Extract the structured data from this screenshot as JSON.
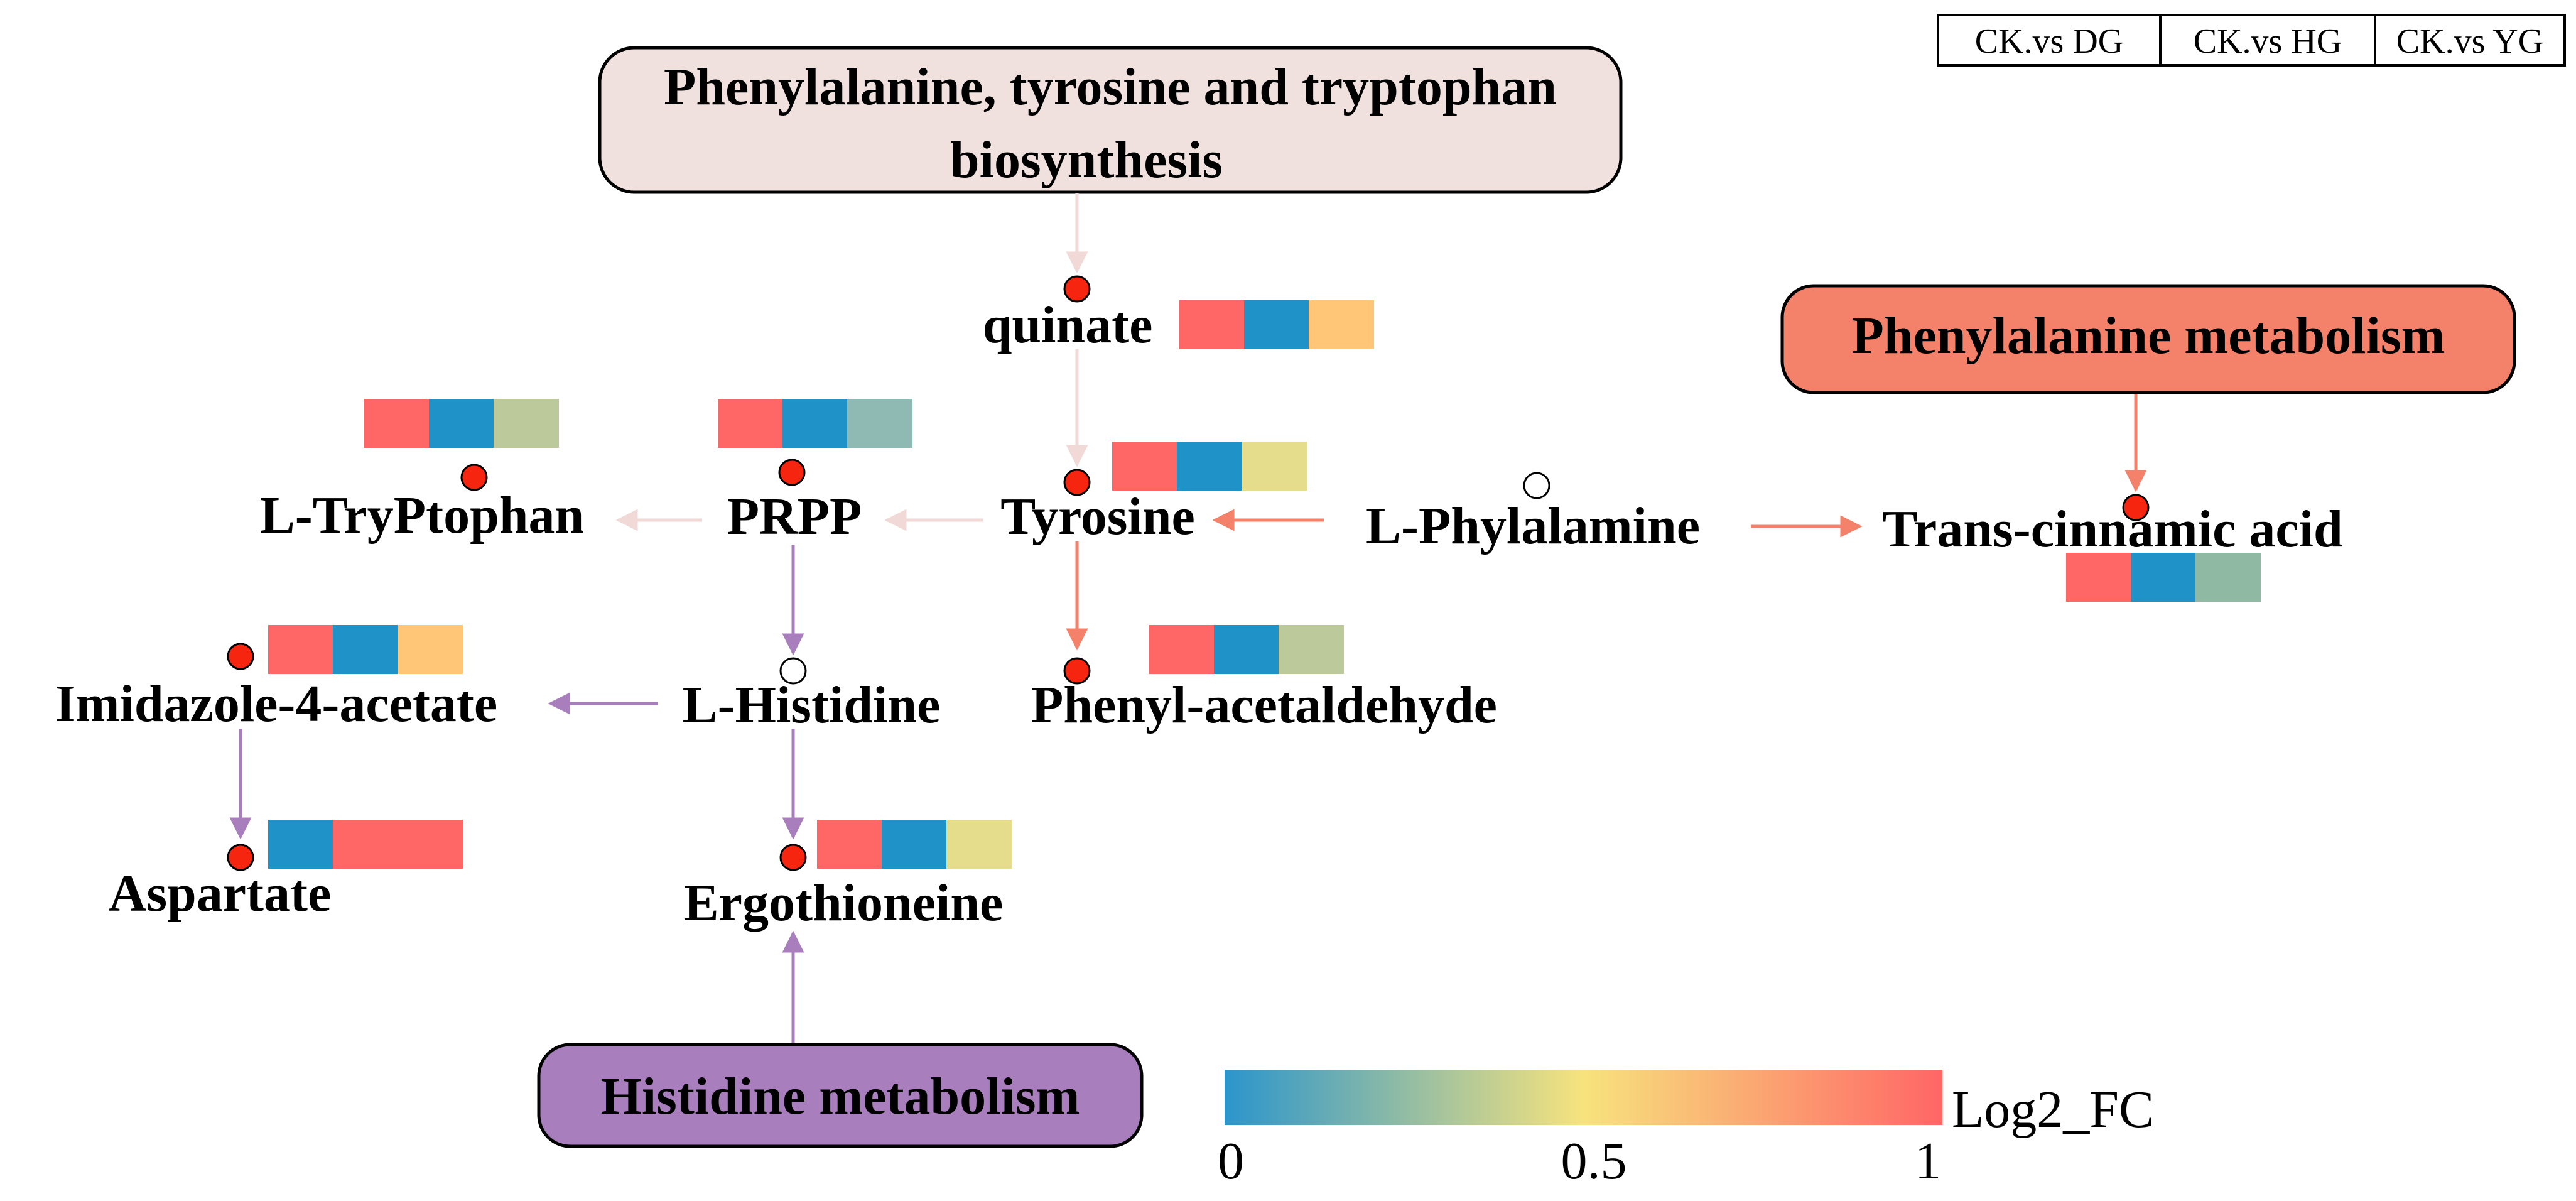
{
  "legend": {
    "columns": [
      "CK.vs DG",
      "CK.vs HG",
      "CK.vs YG"
    ]
  },
  "pathways": {
    "phe_tyr_trp": {
      "line1": "Phenylalanine, tyrosine and tryptophan",
      "line2": "biosynthesis",
      "color": "#f0e1df"
    },
    "phenylalanine": {
      "label": "Phenylalanine metabolism",
      "color": "#f4826b"
    },
    "histidine": {
      "label": "Histidine metabolism",
      "color": "#a87ebd"
    }
  },
  "metabolites": {
    "quinate": {
      "label": "quinate",
      "detected": true,
      "heat": [
        "#ff6666",
        "#1f93c8",
        "#ffc677"
      ]
    },
    "tryptophan": {
      "label": "L-TryPtophan",
      "detected": true,
      "heat": [
        "#ff6666",
        "#1f93c8",
        "#bcc99a"
      ]
    },
    "prpp": {
      "label": "PRPP",
      "detected": true,
      "heat": [
        "#ff6666",
        "#1f93c8",
        "#8fb9b3"
      ]
    },
    "tyrosine": {
      "label": "Tyrosine",
      "detected": true,
      "heat": [
        "#ff6666",
        "#1f93c8",
        "#e5dc8c"
      ]
    },
    "phylalamine": {
      "label": "L-Phylalamine",
      "detected": false,
      "heat": []
    },
    "cinnamic": {
      "label": "Trans-cinnamic acid",
      "detected": true,
      "heat": [
        "#ff6666",
        "#1f93c8",
        "#8fb9a3"
      ]
    },
    "imidazole": {
      "label": "Imidazole-4-acetate",
      "detected": true,
      "heat": [
        "#ff6666",
        "#1f93c8",
        "#ffc677"
      ]
    },
    "histidine": {
      "label": "L-Histidine",
      "detected": false,
      "heat": []
    },
    "phenylacetaldehyde": {
      "label": "Phenyl-acetaldehyde",
      "detected": true,
      "heat": [
        "#ff6666",
        "#1f93c8",
        "#bcc99a"
      ]
    },
    "aspartate": {
      "label": "Aspartate",
      "detected": true,
      "heat": [
        "#1f93c8",
        "#ff6666",
        "#ff6666"
      ]
    },
    "ergothioneine": {
      "label": "Ergothioneine",
      "detected": true,
      "heat": [
        "#ff6666",
        "#1f93c8",
        "#e5dc8c"
      ]
    }
  },
  "colorbar": {
    "title": "Log2_FC",
    "ticks": [
      "0",
      "0.5",
      "1"
    ],
    "min": 0,
    "max": 1,
    "stops": [
      "#2b95cc",
      "#f7e37d",
      "#ff6666"
    ]
  },
  "colors": {
    "detected_dot": "#f5250f",
    "edge_main": "#f0d9d6",
    "edge_phe": "#f4826b",
    "edge_his": "#a87ebd"
  }
}
